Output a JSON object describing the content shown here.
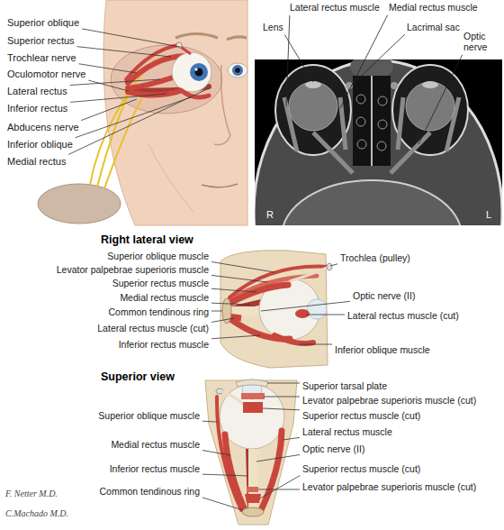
{
  "diagram": {
    "labels": [
      "Superior oblique",
      "Superior rectus",
      "Trochlear nerve",
      "Oculomotor nerve",
      "Lateral rectus",
      "Inferior rectus",
      "Abducens nerve",
      "Inferior oblique",
      "Medial rectus",
      "Lateral rectus muscle",
      "Lens",
      "Medial rectus muscle",
      "Lacrimal sac",
      "Optic nerve",
      "R",
      "L",
      "Right lateral view",
      "Superior oblique muscle",
      "Levator palpebrae superioris muscle",
      "Superior rectus muscle",
      "Medial rectus muscle",
      "Common tendinous ring",
      "Lateral rectus muscle (cut)",
      "Inferior rectus muscle",
      "Trochlea (pulley)",
      "Optic nerve (II)",
      "Lateral rectus muscle (cut)",
      "Inferior oblique muscle",
      "Superior view",
      "Superior oblique muscle",
      "Medial rectus muscle",
      "Inferior rectus muscle",
      "Common tendinous ring",
      "Superior tarsal plate",
      "Levator palpebrae superioris muscle (cut)",
      "Superior rectus muscle (cut)",
      "Lateral rectus muscle",
      "Optic nerve (II)",
      "Superior rectus muscle (cut)",
      "Levator palpebrae superioris muscle (cut)",
      "F. Netter M.D.",
      "C.Machado M.D."
    ]
  }
}
